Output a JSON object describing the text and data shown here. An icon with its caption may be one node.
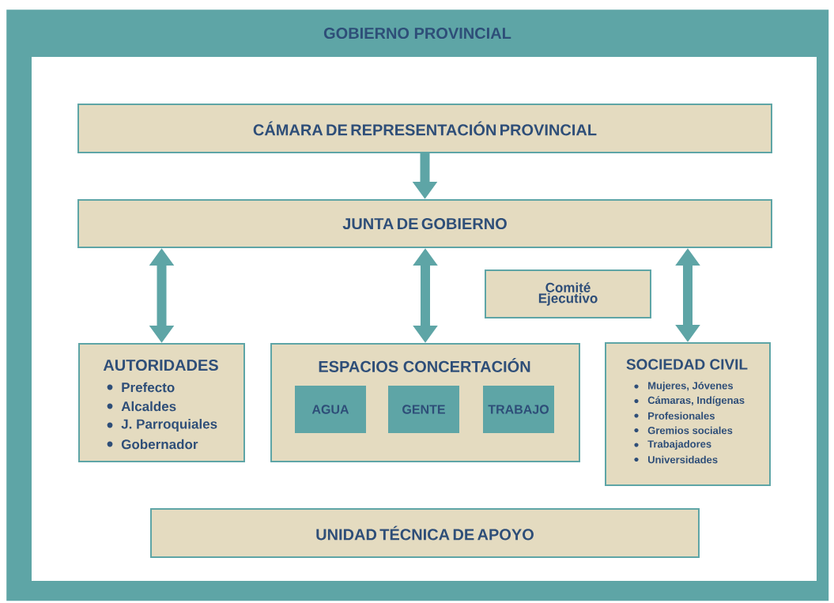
{
  "diagram": {
    "nodes": [
      {
        "text": [
          "GOBIERNO PROVINCIAL"
        ]
      },
      {
        "text": [
          "CÁMARA DE REPRESENTACIÓN PROVINCIAL"
        ],
        "in": 0
      },
      {
        "text": [
          "JUNTA DE GOBIERNO"
        ],
        "in": 0
      },
      {
        "text": [
          "Comité Ejecutivo"
        ],
        "in": 0
      },
      {
        "text": [
          "AUTORIDADES",
          "Prefecto",
          "Alcaldes",
          "J. Parroquiales",
          "Gobernador"
        ],
        "in": 0
      },
      {
        "text": [
          "ESPACIOS CONCERTACIÓN"
        ],
        "in": 0
      },
      {
        "text": [
          "AGUA"
        ],
        "in": 5
      },
      {
        "text": [
          "GENTE"
        ],
        "in": 5
      },
      {
        "text": [
          "TRABAJO"
        ],
        "in": 5
      },
      {
        "text": [
          "SOCIEDAD CIVIL",
          "Mujeres, Jóvenes",
          "Cámaras, Indígenas",
          "Profesionales",
          "Gremios sociales",
          "Trabajadores",
          "Universidades"
        ],
        "in": 0
      },
      {
        "text": [
          "UNIDAD TÉCNICA DE APOYO"
        ],
        "in": 0
      }
    ],
    "edges": [
      {
        "from": 1,
        "to": 2,
        "arrow": "to"
      },
      {
        "from": 2,
        "to": 4,
        "arrow": "both"
      },
      {
        "from": 2,
        "to": 5,
        "arrow": "both"
      },
      {
        "from": 2,
        "to": 9,
        "arrow": "both"
      }
    ]
  }
}
